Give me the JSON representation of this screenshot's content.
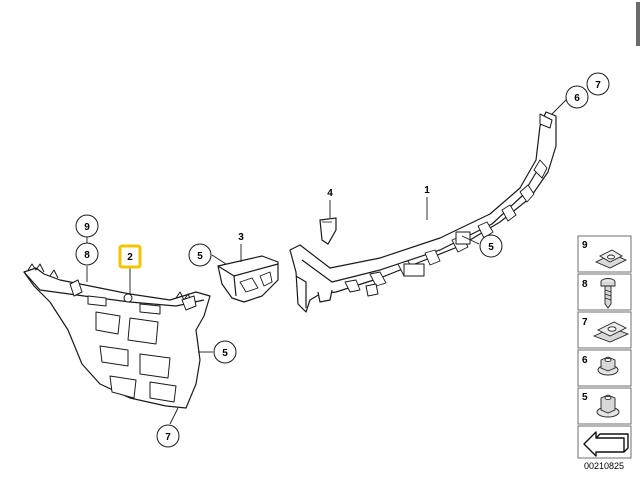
{
  "callouts": {
    "c1": "1",
    "c2": "2",
    "c3": "3",
    "c4": "4",
    "c5a": "5",
    "c5b": "5",
    "c5c": "5",
    "c6": "6",
    "c7a": "7",
    "c7b": "7",
    "c8": "8",
    "c9": "9"
  },
  "highlight_color": "#f5c400",
  "legend": {
    "items": [
      {
        "number": "9",
        "icon": "clip-nut-icon"
      },
      {
        "number": "8",
        "icon": "screw-icon"
      },
      {
        "number": "7",
        "icon": "speed-nut-icon"
      },
      {
        "number": "6",
        "icon": "hex-nut-icon"
      },
      {
        "number": "5",
        "icon": "hex-nut-flange-icon"
      }
    ],
    "arrow_icon": "direction-arrow-icon"
  },
  "diagram_code": "00210825"
}
